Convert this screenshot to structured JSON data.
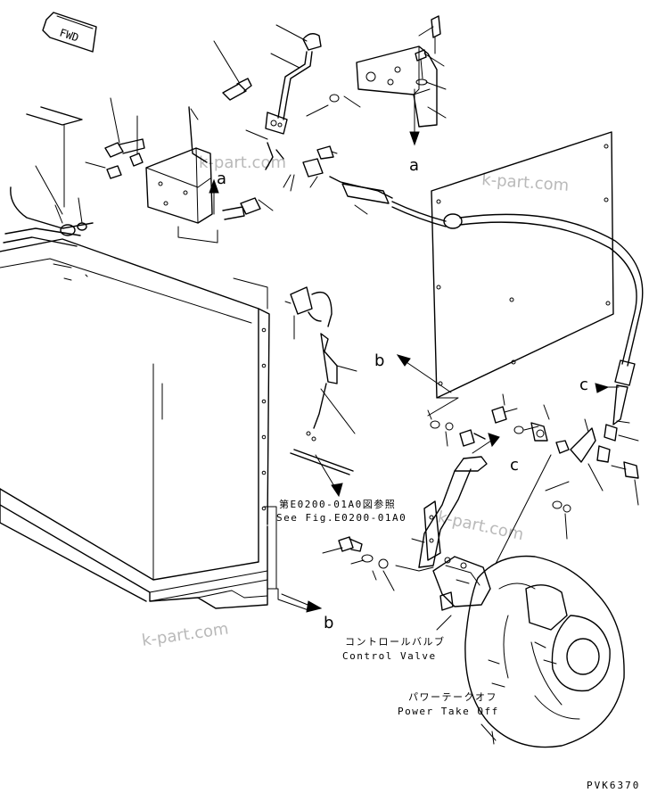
{
  "orientation": {
    "fwd_label": "FWD"
  },
  "reference_letters": {
    "a": "a",
    "b": "b",
    "c": "c"
  },
  "captions": {
    "see_fig_jp": "第E0200-01A0図参照",
    "see_fig_en": "See Fig.E0200-01A0",
    "control_valve_jp": "コントロールバルブ",
    "control_valve_en": "Control Valve",
    "power_take_off_jp": "パワーテークオフ",
    "power_take_off_en": "Power Take Off"
  },
  "watermark": "k-part.com",
  "drawing_code": "PVK6370"
}
